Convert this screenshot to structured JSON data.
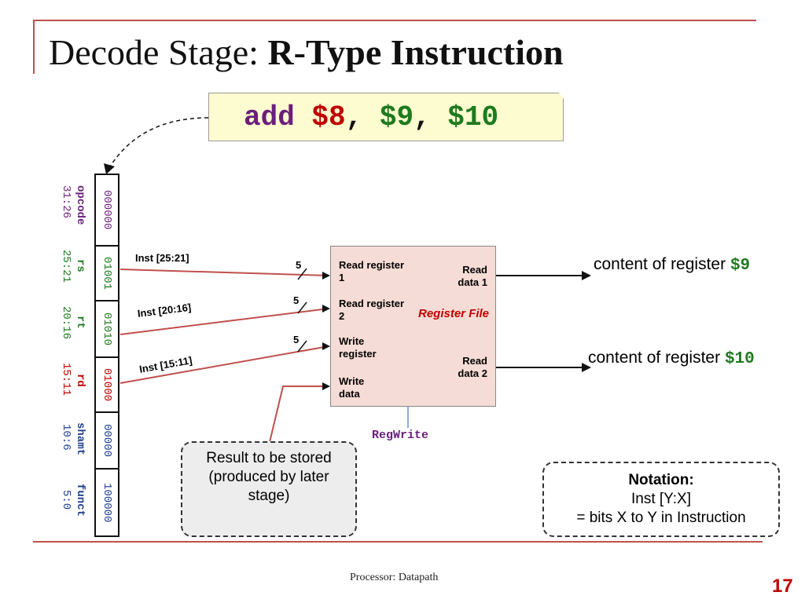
{
  "title": {
    "normal": "Decode Stage: ",
    "bold": "R-Type Instruction"
  },
  "instruction": {
    "op": "add",
    "rd": "$8",
    "sep1": ", ",
    "rs": "$9",
    "sep2": ", ",
    "rt": "$10"
  },
  "fields": [
    {
      "bits": "000000",
      "name": "opcode",
      "range": "31:26",
      "color": "#6b1f7c"
    },
    {
      "bits": "01001",
      "name": "rs",
      "range": "25:21",
      "color": "#1f7a1f"
    },
    {
      "bits": "01010",
      "name": "rt",
      "range": "20:16",
      "color": "#1f7a1f"
    },
    {
      "bits": "01000",
      "name": "rd",
      "range": "15:11",
      "color": "#c00000"
    },
    {
      "bits": "00000",
      "name": "shamt",
      "range": "10:6",
      "color": "#1f3f8f"
    },
    {
      "bits": "100000",
      "name": "funct",
      "range": "5:0",
      "color": "#1f3f8f"
    }
  ],
  "wires": {
    "w1": "Inst [25:21]",
    "w2": "Inst [20:16]",
    "w3": "Inst [15:11]",
    "width": "5"
  },
  "register_file": {
    "read_reg1": "Read register 1",
    "read_reg2": "Read register 2",
    "write_reg": "Write register",
    "write_data": "Write data",
    "read_data1": "Read data 1",
    "read_data2": "Read data 2",
    "name": "Register File",
    "control": "RegWrite"
  },
  "outputs": {
    "out1_text": "content of register",
    "out1_reg": "$9",
    "out2_text": "content of register",
    "out2_reg": "$10"
  },
  "result_note": "Result to be stored (produced by later stage)",
  "notation": {
    "heading": "Notation:",
    "line1": "Inst [Y:X]",
    "line2": "= bits X to Y in Instruction"
  },
  "footer": {
    "text": "Processor: Datapath",
    "page": "17"
  },
  "colors": {
    "accent": "#c0504d",
    "rf_fill": "#f6dcd6",
    "instr_fill": "#fdfbd0"
  }
}
